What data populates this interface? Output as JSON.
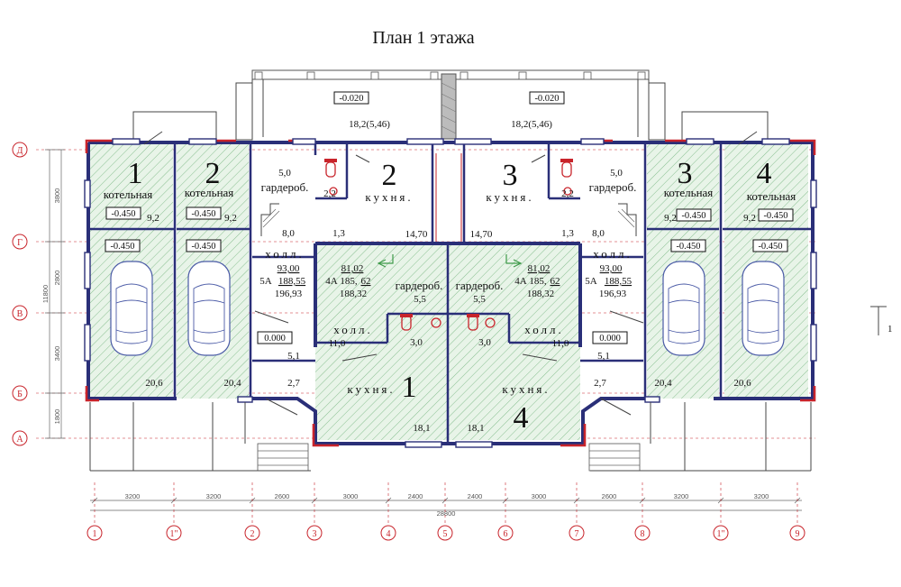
{
  "title": "План 1 этажа",
  "terrace_levels": [
    "-0.020",
    "-0.020"
  ],
  "terrace_areas": [
    "18,2(5,46)",
    "18,2(5,46)"
  ],
  "rooms": {
    "boiler_names": [
      "котельная",
      "котельная",
      "котельная",
      "котельная"
    ],
    "boiler_nums": [
      "1",
      "2",
      "3",
      "4"
    ],
    "boiler_levels": [
      "-0.450",
      "-0.450",
      "-0.450",
      "-0.450"
    ],
    "boiler_areas": [
      "9,2",
      "9,2",
      "9,2",
      "9,2"
    ],
    "garage_levels": [
      "-0.450",
      "-0.450",
      "-0.450",
      "-0.450"
    ],
    "garage_areas": [
      "20,6",
      "20,4",
      "20,4",
      "20,6"
    ],
    "kitchen_top_nums": [
      "2",
      "3"
    ],
    "kitchen_name": "кухня.",
    "kitchen_top_areas": [
      "14,70",
      "14,70"
    ],
    "kitchen_bottom_nums": [
      "1",
      "4"
    ],
    "kitchen_bottom_areas": [
      "18,1",
      "18,1"
    ],
    "wardrobe_name": "гардероб.",
    "wardrobe_top_areas": [
      "5,0",
      "5,0"
    ],
    "wardrobe_mid_areas": [
      "5,5",
      "5,5"
    ],
    "hall_name": "холл.",
    "hall_mid_areas": [
      "11,0",
      "11,0"
    ],
    "hall_side_levels": [
      "0.000",
      "0.000"
    ],
    "wc_areas": [
      "2,2",
      "2,2"
    ],
    "stair_areas": [
      "8,0",
      "8,0"
    ],
    "small_areas_top": [
      "1,3",
      "1,3"
    ],
    "wc_mid_areas": [
      "3,0",
      "3,0"
    ],
    "vest_areas": [
      "5,1",
      "5,1"
    ],
    "vest2_areas": [
      "2,7",
      "2,7"
    ],
    "apt_stats_outer": {
      "line1": "93,00",
      "label": "5А",
      "line2": "188,55",
      "line3": "196,93"
    },
    "apt_stats_inner": {
      "line1": "81,02",
      "label": "4А",
      "line2_a": "185,",
      "line2_b": "62",
      "line3": "188,32"
    }
  },
  "dims": {
    "spans": [
      "3200",
      "3200",
      "2600",
      "3000",
      "2400",
      "2400",
      "3000",
      "2600",
      "3200",
      "3200"
    ],
    "total": "28800",
    "vertical": [
      "3800",
      "2800",
      "3400",
      "1800"
    ],
    "vertical_total": "11800"
  },
  "axes_x": [
    "1",
    "1\"",
    "2",
    "3",
    "4",
    "5",
    "6",
    "7",
    "8",
    "1\"",
    "9"
  ],
  "axes_y": [
    "Д",
    "Г",
    "В",
    "Б",
    "А"
  ],
  "section_marker": "1",
  "colors": {
    "wall": "#2a2f78",
    "red_axes": "#c8242b",
    "hatch": "#3f9a4a",
    "fill": "#e6f3e6"
  }
}
